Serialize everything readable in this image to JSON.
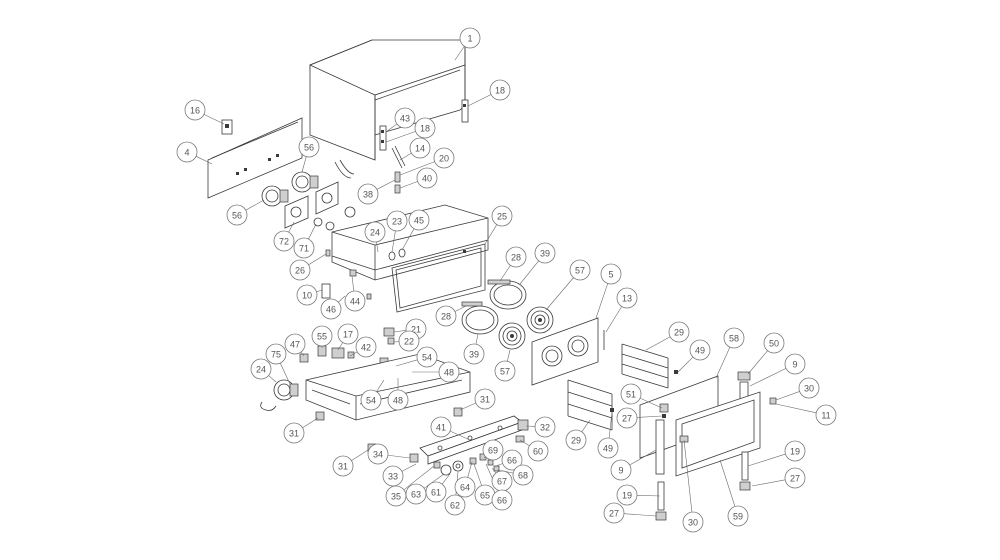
{
  "diagram": {
    "type": "exploded-parts-view",
    "callouts": [
      {
        "id": "c-1",
        "label": "1"
      },
      {
        "id": "c-18a",
        "label": "18"
      },
      {
        "id": "c-43",
        "label": "43"
      },
      {
        "id": "c-18b",
        "label": "18"
      },
      {
        "id": "c-14",
        "label": "14"
      },
      {
        "id": "c-20",
        "label": "20"
      },
      {
        "id": "c-38",
        "label": "38"
      },
      {
        "id": "c-40",
        "label": "40"
      },
      {
        "id": "c-16",
        "label": "16"
      },
      {
        "id": "c-4",
        "label": "4"
      },
      {
        "id": "c-56a",
        "label": "56"
      },
      {
        "id": "c-56b",
        "label": "56"
      },
      {
        "id": "c-72",
        "label": "72"
      },
      {
        "id": "c-71",
        "label": "71"
      },
      {
        "id": "c-23",
        "label": "23"
      },
      {
        "id": "c-45",
        "label": "45"
      },
      {
        "id": "c-25",
        "label": "25"
      },
      {
        "id": "c-24a",
        "label": "24"
      },
      {
        "id": "c-26",
        "label": "26"
      },
      {
        "id": "c-10",
        "label": "10"
      },
      {
        "id": "c-46",
        "label": "46"
      },
      {
        "id": "c-44",
        "label": "44"
      },
      {
        "id": "c-28a",
        "label": "28"
      },
      {
        "id": "c-39a",
        "label": "39"
      },
      {
        "id": "c-28b",
        "label": "28"
      },
      {
        "id": "c-39b",
        "label": "39"
      },
      {
        "id": "c-57a",
        "label": "57"
      },
      {
        "id": "c-57b",
        "label": "57"
      },
      {
        "id": "c-5",
        "label": "5"
      },
      {
        "id": "c-13",
        "label": "13"
      },
      {
        "id": "c-29a",
        "label": "29"
      },
      {
        "id": "c-49a",
        "label": "49"
      },
      {
        "id": "c-58",
        "label": "58"
      },
      {
        "id": "c-50",
        "label": "50"
      },
      {
        "id": "c-9a",
        "label": "9"
      },
      {
        "id": "c-30a",
        "label": "30"
      },
      {
        "id": "c-11",
        "label": "11"
      },
      {
        "id": "c-51",
        "label": "51"
      },
      {
        "id": "c-27a",
        "label": "27"
      },
      {
        "id": "c-29b",
        "label": "29"
      },
      {
        "id": "c-49b",
        "label": "49"
      },
      {
        "id": "c-9b",
        "label": "9"
      },
      {
        "id": "c-19a",
        "label": "19"
      },
      {
        "id": "c-27b",
        "label": "27"
      },
      {
        "id": "c-19b",
        "label": "19"
      },
      {
        "id": "c-27c",
        "label": "27"
      },
      {
        "id": "c-30b",
        "label": "30"
      },
      {
        "id": "c-59",
        "label": "59"
      },
      {
        "id": "c-21",
        "label": "21"
      },
      {
        "id": "c-22",
        "label": "22"
      },
      {
        "id": "c-55",
        "label": "55"
      },
      {
        "id": "c-17",
        "label": "17"
      },
      {
        "id": "c-47",
        "label": "47"
      },
      {
        "id": "c-42",
        "label": "42"
      },
      {
        "id": "c-54a",
        "label": "54"
      },
      {
        "id": "c-75",
        "label": "75"
      },
      {
        "id": "c-48a",
        "label": "48"
      },
      {
        "id": "c-24b",
        "label": "24"
      },
      {
        "id": "c-54b",
        "label": "54"
      },
      {
        "id": "c-48b",
        "label": "48"
      },
      {
        "id": "c-31a",
        "label": "31"
      },
      {
        "id": "c-31b",
        "label": "31"
      },
      {
        "id": "c-41",
        "label": "41"
      },
      {
        "id": "c-32",
        "label": "32"
      },
      {
        "id": "c-34",
        "label": "34"
      },
      {
        "id": "c-60",
        "label": "60"
      },
      {
        "id": "c-31c",
        "label": "31"
      },
      {
        "id": "c-69",
        "label": "69"
      },
      {
        "id": "c-66a",
        "label": "66"
      },
      {
        "id": "c-33",
        "label": "33"
      },
      {
        "id": "c-67",
        "label": "67"
      },
      {
        "id": "c-68",
        "label": "68"
      },
      {
        "id": "c-35",
        "label": "35"
      },
      {
        "id": "c-63",
        "label": "63"
      },
      {
        "id": "c-61",
        "label": "61"
      },
      {
        "id": "c-64",
        "label": "64"
      },
      {
        "id": "c-65",
        "label": "65"
      },
      {
        "id": "c-66b",
        "label": "66"
      },
      {
        "id": "c-62",
        "label": "62"
      }
    ]
  }
}
